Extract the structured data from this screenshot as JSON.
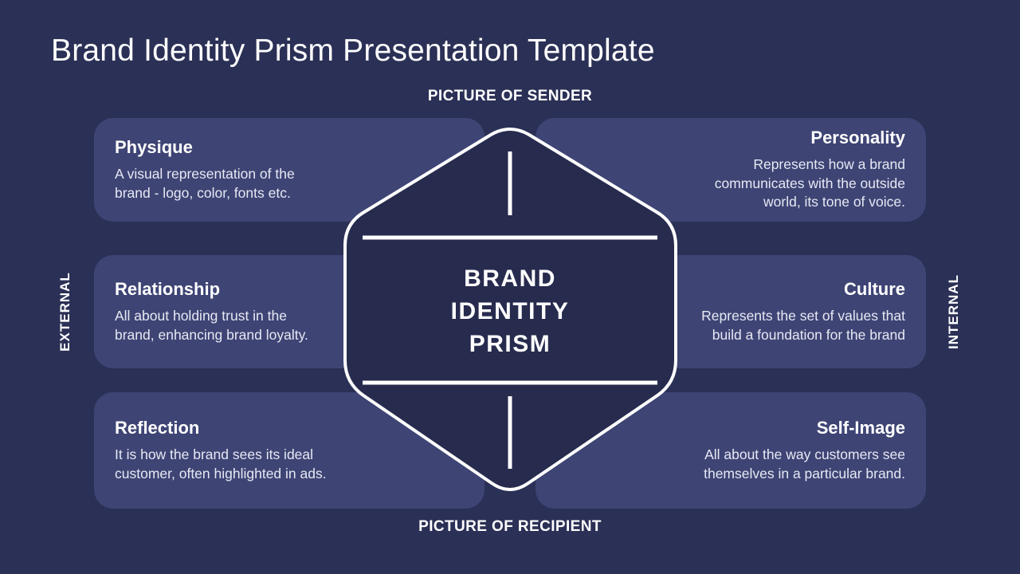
{
  "title": "Brand Identity Prism Presentation Template",
  "axis_labels": {
    "top": "PICTURE OF SENDER",
    "bottom": "PICTURE OF RECIPIENT",
    "left": "EXTERNAL",
    "right": "INTERNAL"
  },
  "center": {
    "label": "BRAND\nIDENTITY\nPRISM"
  },
  "cards": [
    {
      "key": "physique",
      "title": "Physique",
      "body": "A visual representation of the\nbrand - logo, color, fonts etc."
    },
    {
      "key": "personality",
      "title": "Personality",
      "body": "Represents how a brand\ncommunicates with the outside\nworld, its tone of voice."
    },
    {
      "key": "relationship",
      "title": "Relationship",
      "body": "All about holding trust in the\nbrand, enhancing brand loyalty."
    },
    {
      "key": "culture",
      "title": "Culture",
      "body": "Represents the set of values that\nbuild a foundation for the brand"
    },
    {
      "key": "reflection",
      "title": "Reflection",
      "body": "It is how the brand sees its ideal\ncustomer, often highlighted in ads."
    },
    {
      "key": "selfimage",
      "title": "Self-Image",
      "body": "All about the way customers see\nthemselves in a particular brand."
    }
  ],
  "colors": {
    "bg": "#2b3056",
    "card": "#3e4474",
    "hex-fill": "#272b4e",
    "line": "#ffffff",
    "text-primary": "#ffffff",
    "text-body": "#e7e9f4"
  }
}
